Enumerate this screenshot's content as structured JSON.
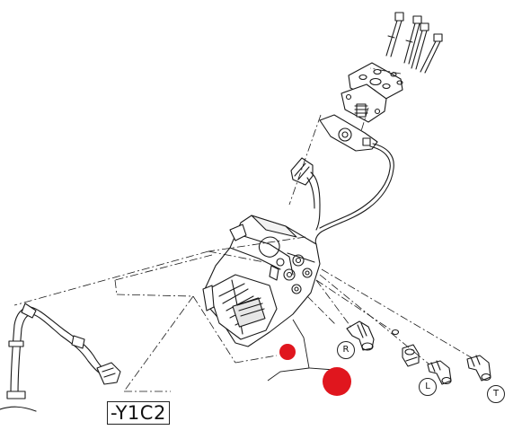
{
  "diagram": {
    "part_label": "-Y1C2",
    "port_labels": {
      "r": "R",
      "l": "L",
      "t": "T"
    },
    "markers": [
      {
        "name": "small-red-marker",
        "color": "#e0161e"
      },
      {
        "name": "large-red-marker",
        "color": "#e0161e"
      }
    ],
    "colors": {
      "line": "#1a1a1a",
      "marker": "#e0161e",
      "background": "#ffffff"
    }
  }
}
